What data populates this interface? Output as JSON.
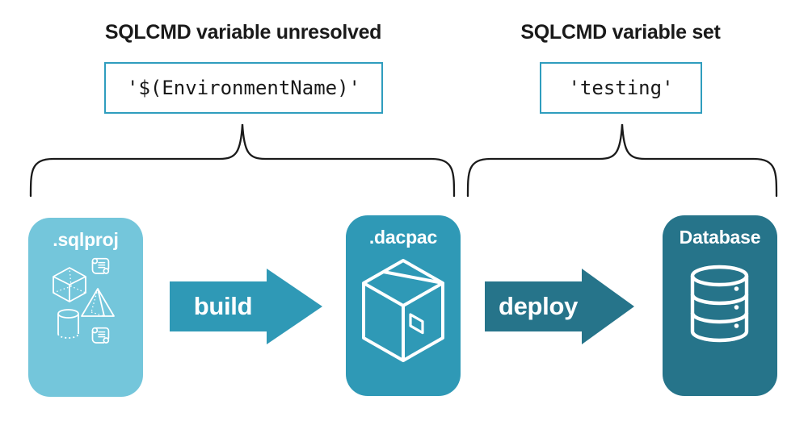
{
  "annotations": {
    "unresolved": {
      "heading": "SQLCMD variable unresolved",
      "value": "'$(EnvironmentName)'"
    },
    "set": {
      "heading": "SQLCMD variable set",
      "value": "'testing'"
    }
  },
  "pipeline": {
    "stages": [
      {
        "id": "sqlproj",
        "label": ".sqlproj"
      },
      {
        "id": "dacpac",
        "label": ".dacpac"
      },
      {
        "id": "database",
        "label": "Database"
      }
    ],
    "arrows": [
      {
        "id": "build",
        "label": "build"
      },
      {
        "id": "deploy",
        "label": "deploy"
      }
    ]
  },
  "icons": {
    "sqlproj": [
      "sql-script-icon",
      "cube-icon",
      "pyramid-icon",
      "cylinder-icon",
      "sql-script-icon"
    ],
    "dacpac": "package-icon",
    "database": "database-icon"
  },
  "colors": {
    "sqlproj_card": "#74C6DB",
    "dacpac_card": "#2F99B6",
    "database_card": "#26748A",
    "build_arrow": "#2F99B6",
    "deploy_arrow": "#26748A",
    "code_box_border": "#2F9DBE",
    "text": "#1A1A1A",
    "icon_stroke": "#FFFFFF"
  }
}
